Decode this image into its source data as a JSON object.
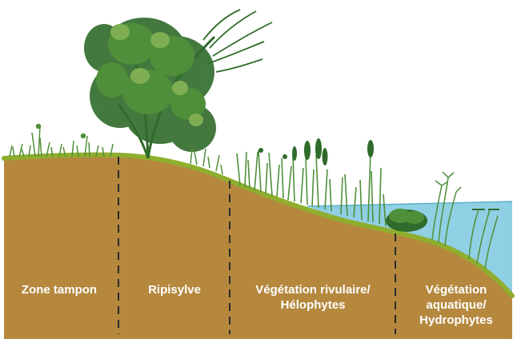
{
  "colors": {
    "soil": "#b5883e",
    "soil_edge": "#9c7434",
    "bank_grass": "#8fae2e",
    "water": "#8fd0e4",
    "water_line": "#5fb0cc",
    "plant_dark": "#2f6b2a",
    "plant_mid": "#4f8f3a",
    "plant_light": "#7fae52",
    "divider": "#2a2a2a",
    "label": "#ffffff"
  },
  "zones": [
    {
      "lines": [
        "Zone tampon"
      ]
    },
    {
      "lines": [
        "Ripisylve"
      ]
    },
    {
      "lines": [
        "Végétation rivulaire/",
        "Hélophytes"
      ]
    },
    {
      "lines": [
        "Végétation",
        "aquatique/",
        "Hydrophytes"
      ]
    }
  ],
  "icons": [
    "tree-icon",
    "reed-icon",
    "grass-icon",
    "aquatic-plant-icon"
  ]
}
